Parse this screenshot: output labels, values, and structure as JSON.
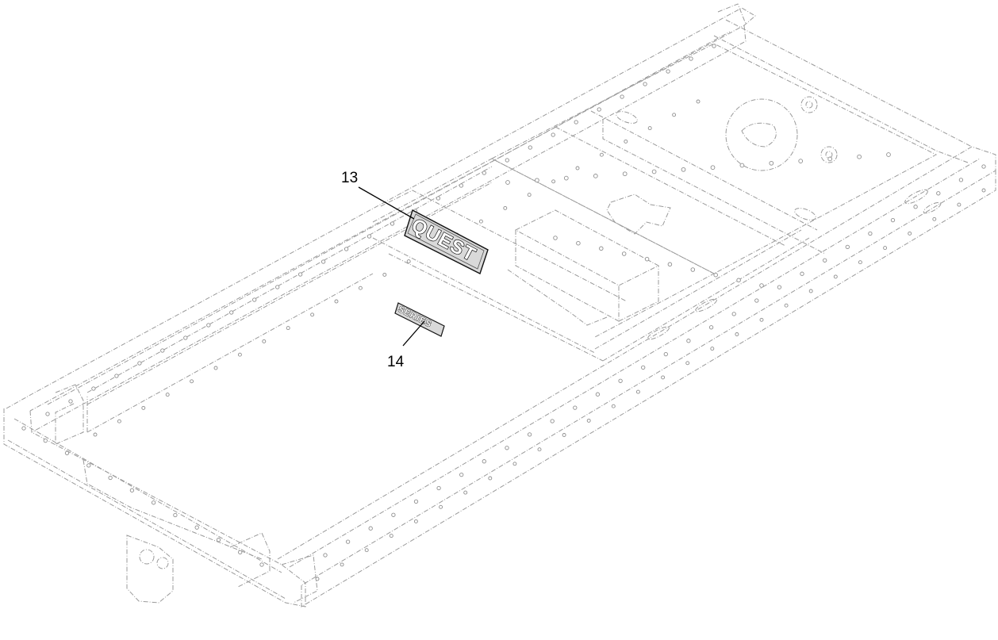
{
  "callouts": [
    {
      "id": "13",
      "label": "13"
    },
    {
      "id": "14",
      "label": "14"
    }
  ],
  "decals": {
    "quest": "QUEST",
    "series": "SERIES"
  },
  "colors": {
    "line": "#9a9a9a",
    "ink": "#000000",
    "decal_fill": "#d9d9d9"
  }
}
